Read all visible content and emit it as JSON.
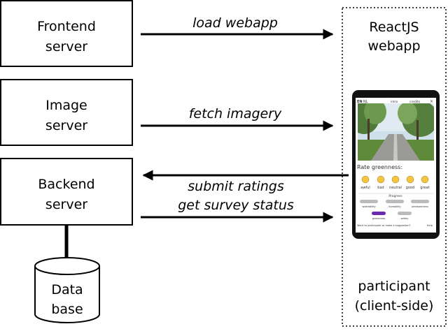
{
  "boxes": {
    "frontend": {
      "line1": "Frontend",
      "line2": "server"
    },
    "image": {
      "line1": "Image",
      "line2": "server"
    },
    "backend": {
      "line1": "Backend",
      "line2": "server"
    }
  },
  "database": {
    "line1": "Data",
    "line2": "base"
  },
  "client": {
    "title_line1": "ReactJS",
    "title_line2": "webapp",
    "caption_line1": "participant",
    "caption_line2": "(client-side)"
  },
  "arrows": {
    "load": "load webapp",
    "fetch": "fetch imagery",
    "submit": "submit ratings",
    "status": "get survey status"
  },
  "phone": {
    "lang": "EN",
    "lang_alt": "NL",
    "link1": "intro",
    "link2": "credits",
    "close": "×",
    "prompt": "Rate greenness:",
    "ratings": [
      "awful",
      "bad",
      "neutral",
      "good",
      "great"
    ],
    "progress_label": "Progress",
    "categories": [
      "walkability",
      "liveability",
      "pleasantness",
      "greenness",
      "safety"
    ],
    "footer_left": "Want to participate or make a suggestion?",
    "footer_right": "Help"
  },
  "colors": {
    "line": "#000000",
    "accent": "#6a2ab0",
    "link": "#2a5db0"
  }
}
